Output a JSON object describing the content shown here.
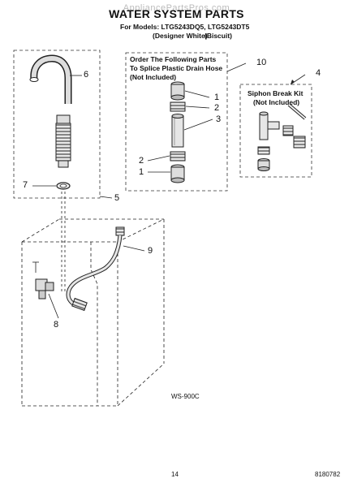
{
  "header": {
    "title": "WATER SYSTEM PARTS",
    "watermark": "AppliancePartsPros.com",
    "models_line": "For Models: LTG5243DQ5, LTG5243DT5",
    "variant_1": "(Designer White)",
    "variant_2": "(Biscuit)"
  },
  "boxes": {
    "splice": {
      "line_1": "Order The Following Parts",
      "line_2": "To Splice Plastic Drain Hose",
      "line_3": "(Not Included)"
    },
    "siphon": {
      "line_1": "Siphon Break Kit",
      "line_2": "(Not Included)"
    }
  },
  "callouts": {
    "c1a": "1",
    "c1b": "1",
    "c2a": "2",
    "c2b": "2",
    "c3": "3",
    "c4": "4",
    "c5": "5",
    "c6": "6",
    "c7": "7",
    "c8": "8",
    "c9": "9",
    "c10": "10"
  },
  "footer": {
    "figure_code": "WS-900C",
    "page_number": "14",
    "part_number": "8180782"
  }
}
